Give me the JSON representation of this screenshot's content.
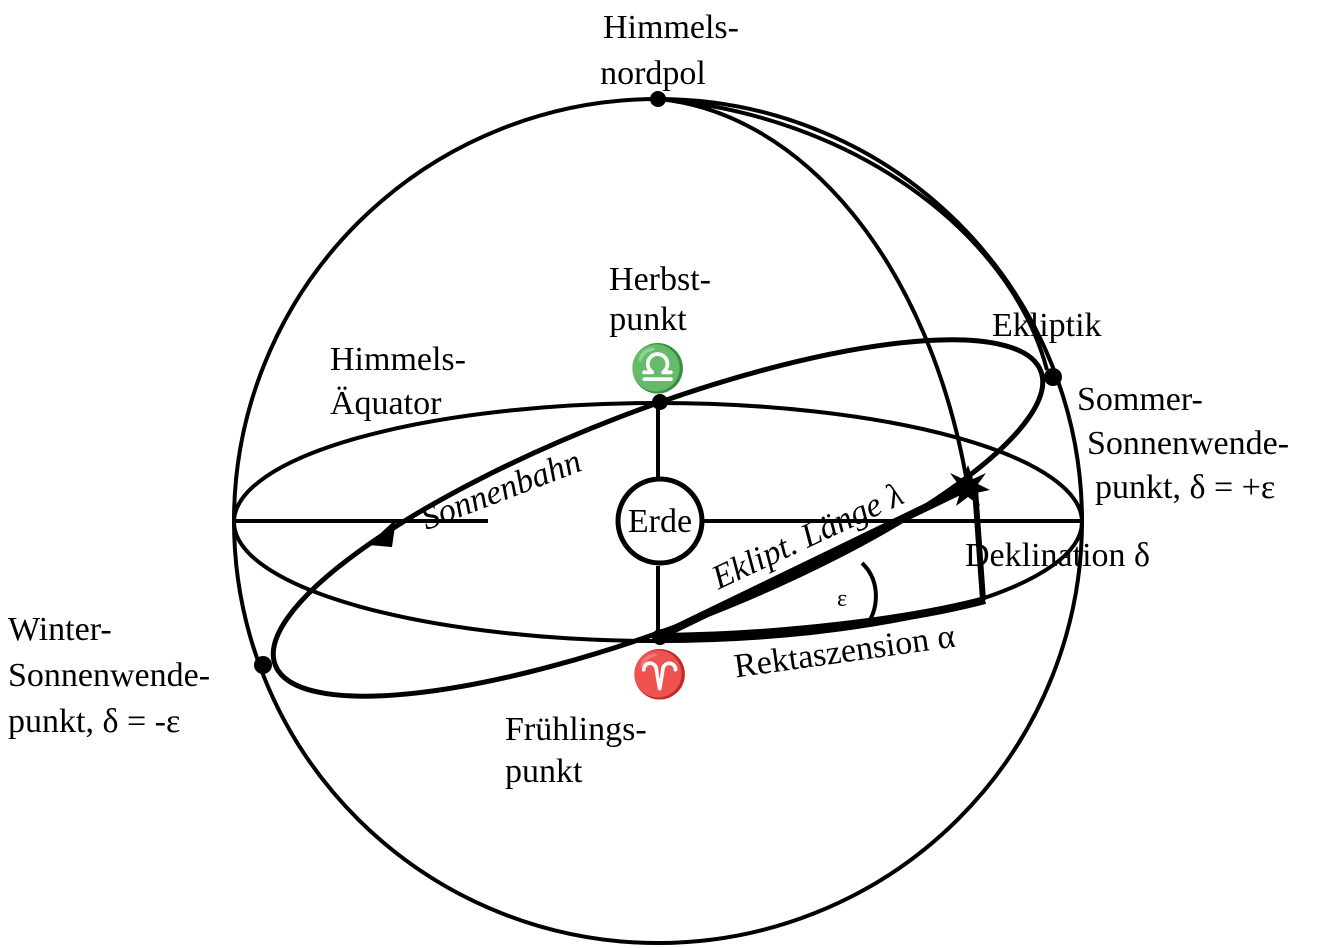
{
  "labels": {
    "north_pole_line1": "Himmels-",
    "north_pole_line2": "nordpol",
    "autumn_line1": "Herbst-",
    "autumn_line2": "punkt",
    "ecliptic": "Ekliptik",
    "equator_line1": "Himmels-",
    "equator_line2": "Äquator",
    "summer_line1": "Sommer-",
    "summer_line2": "Sonnenwende-",
    "summer_line3": "punkt, δ = +ε",
    "sun_path": "Sonnenbahn",
    "earth": "Erde",
    "ecl_longitude": "Eklipt. Länge λ",
    "declination": "Deklination δ",
    "epsilon": "ε",
    "right_ascension": "Rektaszension α",
    "winter_line1": "Winter-",
    "winter_line2": "Sonnenwende-",
    "winter_line3": "punkt, δ = -ε",
    "spring_line1": "Frühlings-",
    "spring_line2": "punkt"
  },
  "symbols": {
    "libra": "♎",
    "aries": "♈"
  },
  "colors": {
    "stroke": "#000000",
    "background": "#ffffff"
  }
}
